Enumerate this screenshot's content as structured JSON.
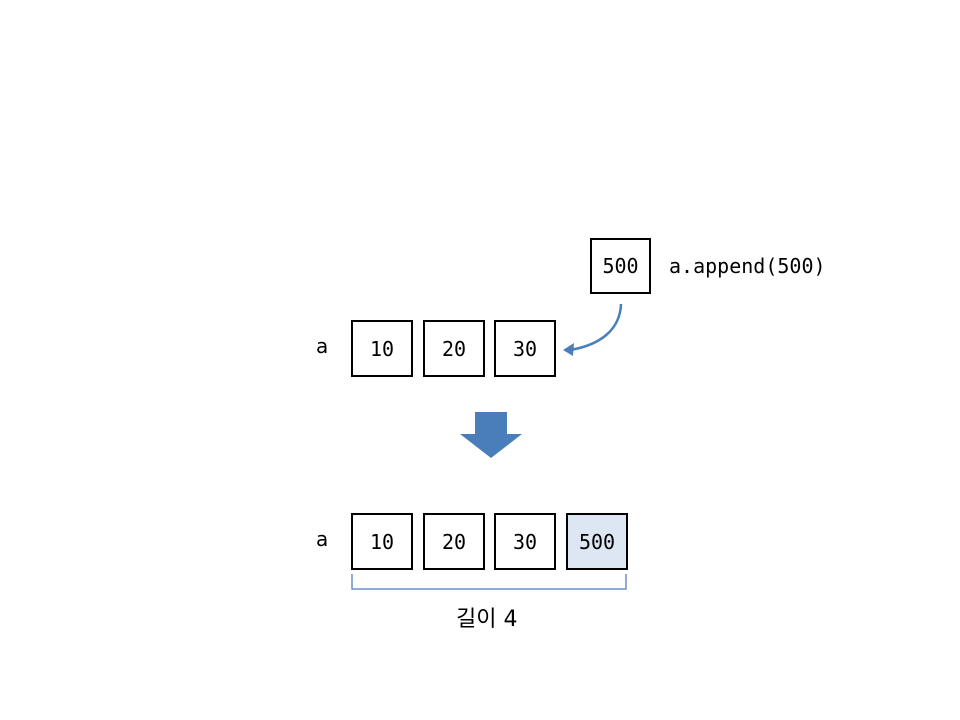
{
  "before": {
    "var_name": "a",
    "items": [
      "10",
      "20",
      "30"
    ]
  },
  "new_item": {
    "value": "500",
    "operation": "a.append(500)"
  },
  "after": {
    "var_name": "a",
    "items": [
      "10",
      "20",
      "30",
      "500"
    ]
  },
  "length_label": "길이 4",
  "colors": {
    "arrow": "#4a7ebb",
    "highlight_fill": "#dde6f3",
    "bracket": "#6b8fc7"
  },
  "icons": [
    "curved-arrow-icon",
    "down-arrow-icon"
  ]
}
